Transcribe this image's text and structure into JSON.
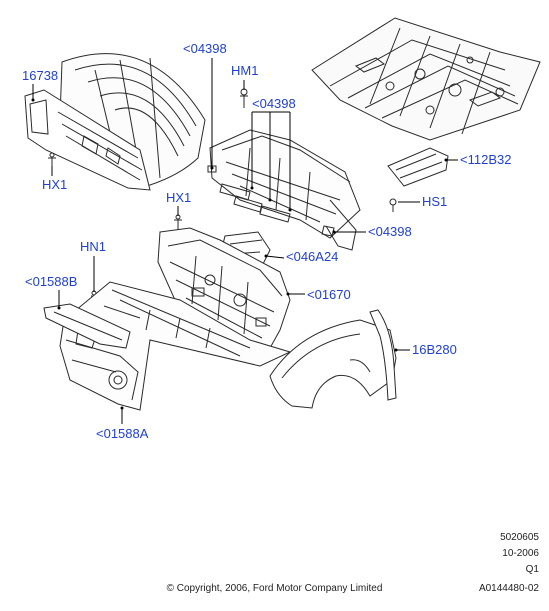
{
  "callouts": {
    "c16738": "16738",
    "hx1_left": "HX1",
    "c04398_top": "<04398",
    "hm1": "HM1",
    "c04398_mid": "<04398",
    "c112b32": "<112B32",
    "hs1": "HS1",
    "hx1_mid": "HX1",
    "c04398_right": "<04398",
    "c046a24": "<046A24",
    "hn1": "HN1",
    "c01588b": "<01588B",
    "c01670": "<01670",
    "c16b280": "16B280",
    "c01588a": "<01588A"
  },
  "footer": {
    "code": "5020605",
    "date": "10-2006",
    "revision": "Q1",
    "ref": "A0144480-02",
    "copyright": "© Copyright, 2006, Ford Motor Company Limited"
  },
  "colors": {
    "callout": "#1f3fd6",
    "line": "#000000",
    "drawing": "#2a2a2a"
  }
}
